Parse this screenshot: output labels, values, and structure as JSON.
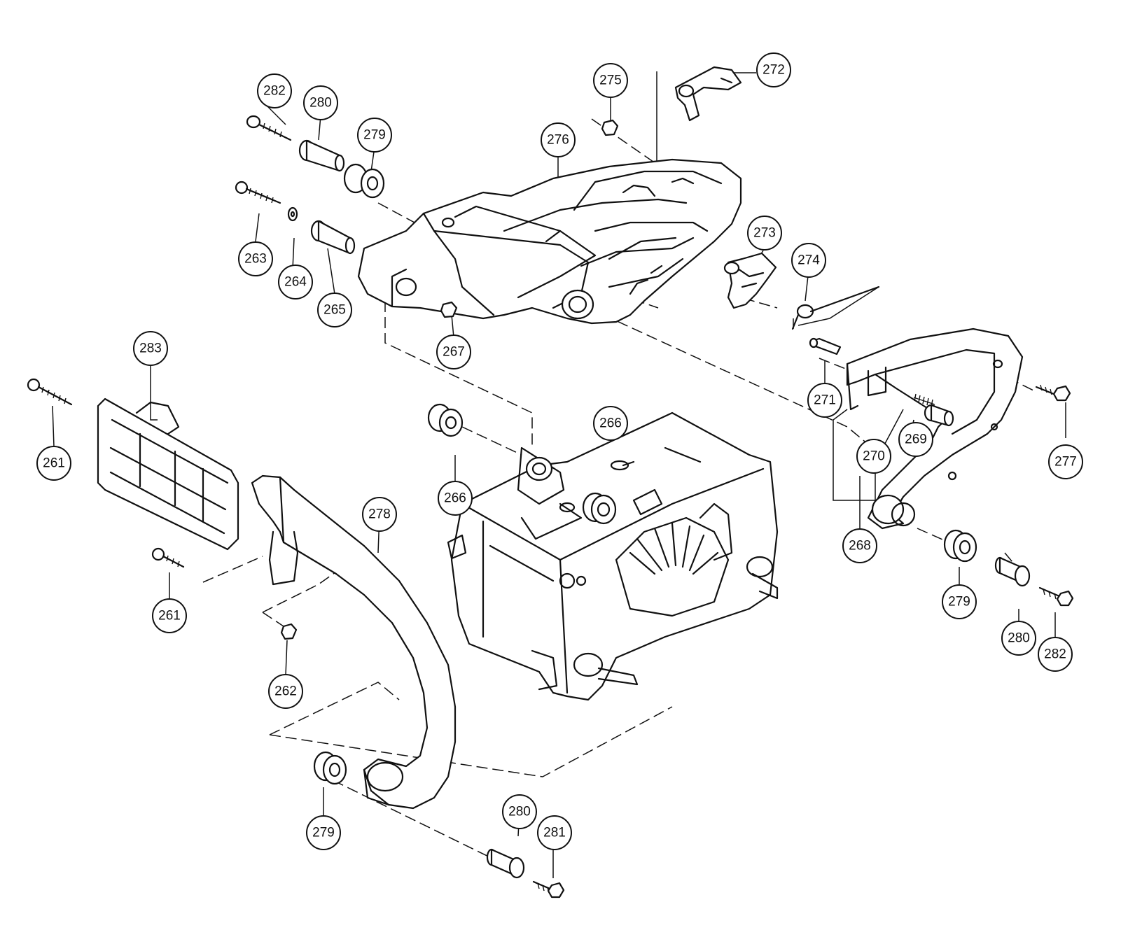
{
  "callouts": [
    {
      "label": "282"
    },
    {
      "label": "280"
    },
    {
      "label": "279"
    },
    {
      "label": "276"
    },
    {
      "label": "275"
    },
    {
      "label": "272"
    },
    {
      "label": "263"
    },
    {
      "label": "264"
    },
    {
      "label": "265"
    },
    {
      "label": "267"
    },
    {
      "label": "273"
    },
    {
      "label": "274"
    },
    {
      "label": "283"
    },
    {
      "label": "261"
    },
    {
      "label": "266"
    },
    {
      "label": "266"
    },
    {
      "label": "271"
    },
    {
      "label": "277"
    },
    {
      "label": "270"
    },
    {
      "label": "269"
    },
    {
      "label": "268"
    },
    {
      "label": "278"
    },
    {
      "label": "261"
    },
    {
      "label": "262"
    },
    {
      "label": "279"
    },
    {
      "label": "280"
    },
    {
      "label": "282"
    },
    {
      "label": "279"
    },
    {
      "label": "280"
    },
    {
      "label": "281"
    }
  ],
  "colors": {
    "ink": "#111111",
    "paper": "#ffffff"
  }
}
